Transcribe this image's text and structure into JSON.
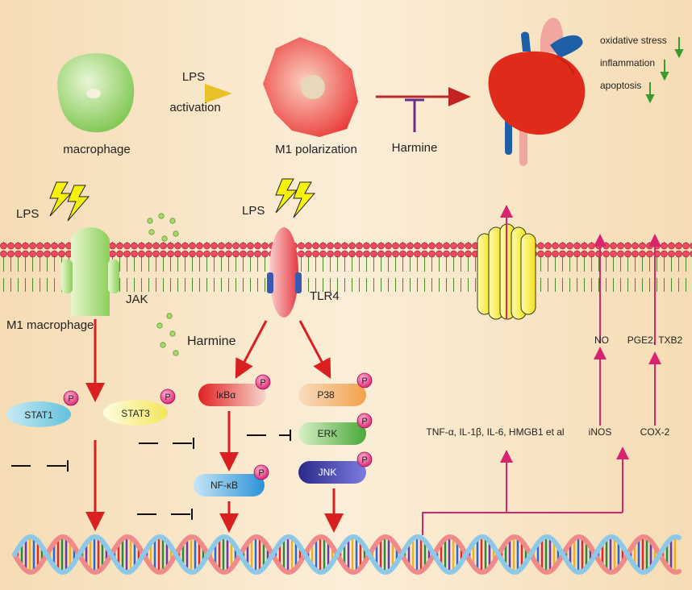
{
  "top": {
    "macrophage": "macrophage",
    "lps": "LPS",
    "activation": "activation",
    "m1_polarization": "M1 polarization",
    "harmine": "Harmine",
    "outcomes": [
      "oxidative stress",
      "inflammation",
      "apoptosis"
    ]
  },
  "membrane": {
    "lps_left": "LPS",
    "lps_center": "LPS",
    "m1_macrophage": "M1 macrophage",
    "jak": "JAK",
    "tlr4": "TLR4",
    "harmine": "Harmine"
  },
  "signaling": {
    "stat1": "STAT1",
    "stat3": "STAT3",
    "ikba": "IκBα",
    "nfkb": "NF-κB",
    "p38": "P38",
    "erk": "ERK",
    "jnk": "JNK",
    "phospho": "P"
  },
  "right": {
    "cytokines": "TNF-α, IL-1β, IL-6, HMGB1 et al",
    "inos": "iNOS",
    "cox2": "COX-2",
    "no": "NO",
    "pge2": "PGE2, TXB2"
  },
  "colors": {
    "arrow_red": "#d92020",
    "arrow_pink": "#d6246e",
    "arrow_green": "#3a9b2c",
    "inhibit_purple": "#6a2c8a",
    "heart_red": "#e02a1a"
  }
}
